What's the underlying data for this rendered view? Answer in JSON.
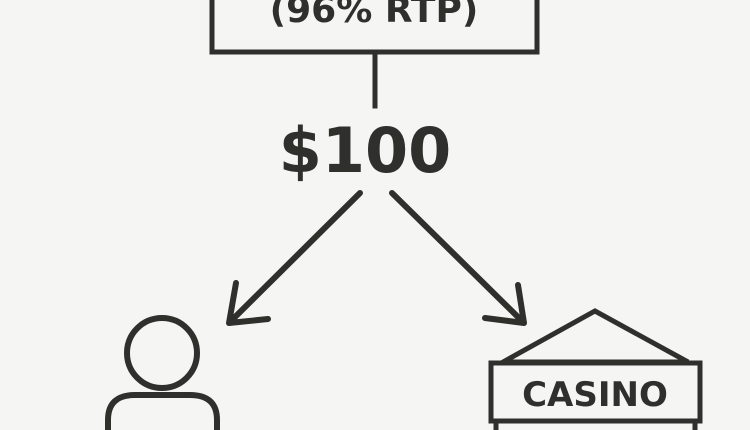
{
  "top_box": {
    "label": "(96% RTP)"
  },
  "amount": {
    "label": "$100"
  },
  "casino": {
    "label": "CASINO"
  },
  "colors": {
    "ink": "#2f2f2c",
    "background": "#f5f5f3"
  },
  "icons": {
    "left_branch": "person-icon",
    "right_branch": "casino-building-icon"
  }
}
